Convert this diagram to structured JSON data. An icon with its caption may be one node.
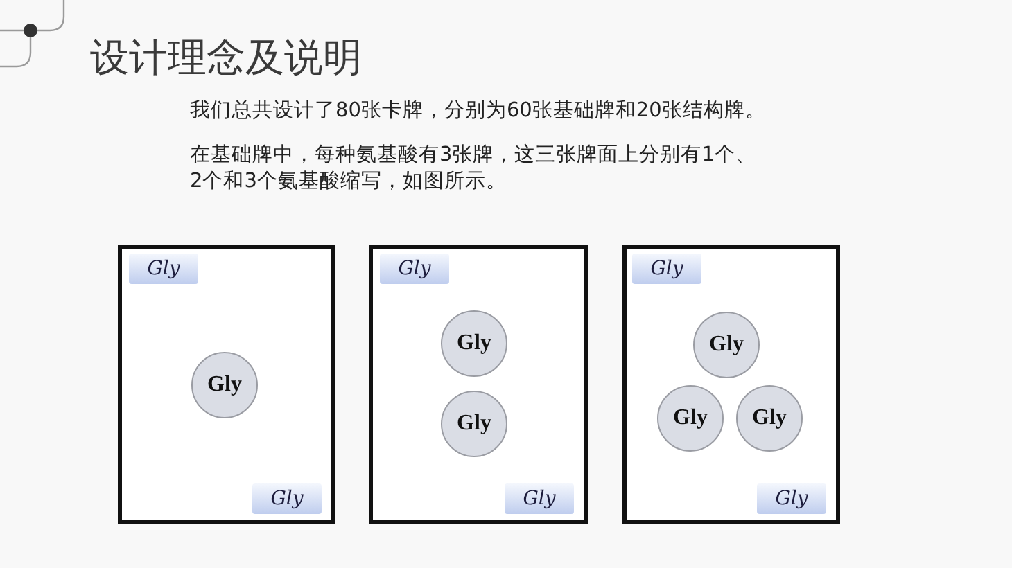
{
  "diagram": {
    "title": "设计理念及说明",
    "nodes": [
      {
        "text": [],
        "shape": "box"
      },
      {
        "text": [
          "Gly"
        ],
        "in": 0
      },
      {
        "text": [
          "Gly"
        ],
        "in": 0
      },
      {
        "text": [
          "Gly"
        ],
        "in": 0
      },
      {
        "text": [],
        "shape": "box"
      },
      {
        "text": [
          "Gly"
        ],
        "in": 4
      },
      {
        "text": [
          "Gly"
        ],
        "in": 4
      },
      {
        "text": [
          "Gly"
        ],
        "in": 4
      },
      {
        "text": [
          "Gly"
        ],
        "in": 4
      },
      {
        "text": [],
        "shape": "box"
      },
      {
        "text": [
          "Gly"
        ],
        "in": 9
      },
      {
        "text": [
          "Gly"
        ],
        "in": 9
      },
      {
        "text": [
          "Gly"
        ],
        "in": 9
      },
      {
        "text": [
          "Gly"
        ],
        "in": 9
      },
      {
        "text": [
          "Gly"
        ],
        "in": 9
      }
    ],
    "labels": [
      "我们总共设计了80张卡牌，分别为60张基础牌和20张结构牌。",
      "在基础牌中，每种氨基酸有3张牌，这三张牌面上分别有1个、2个和3个氨基酸缩写，如图所示。"
    ]
  }
}
